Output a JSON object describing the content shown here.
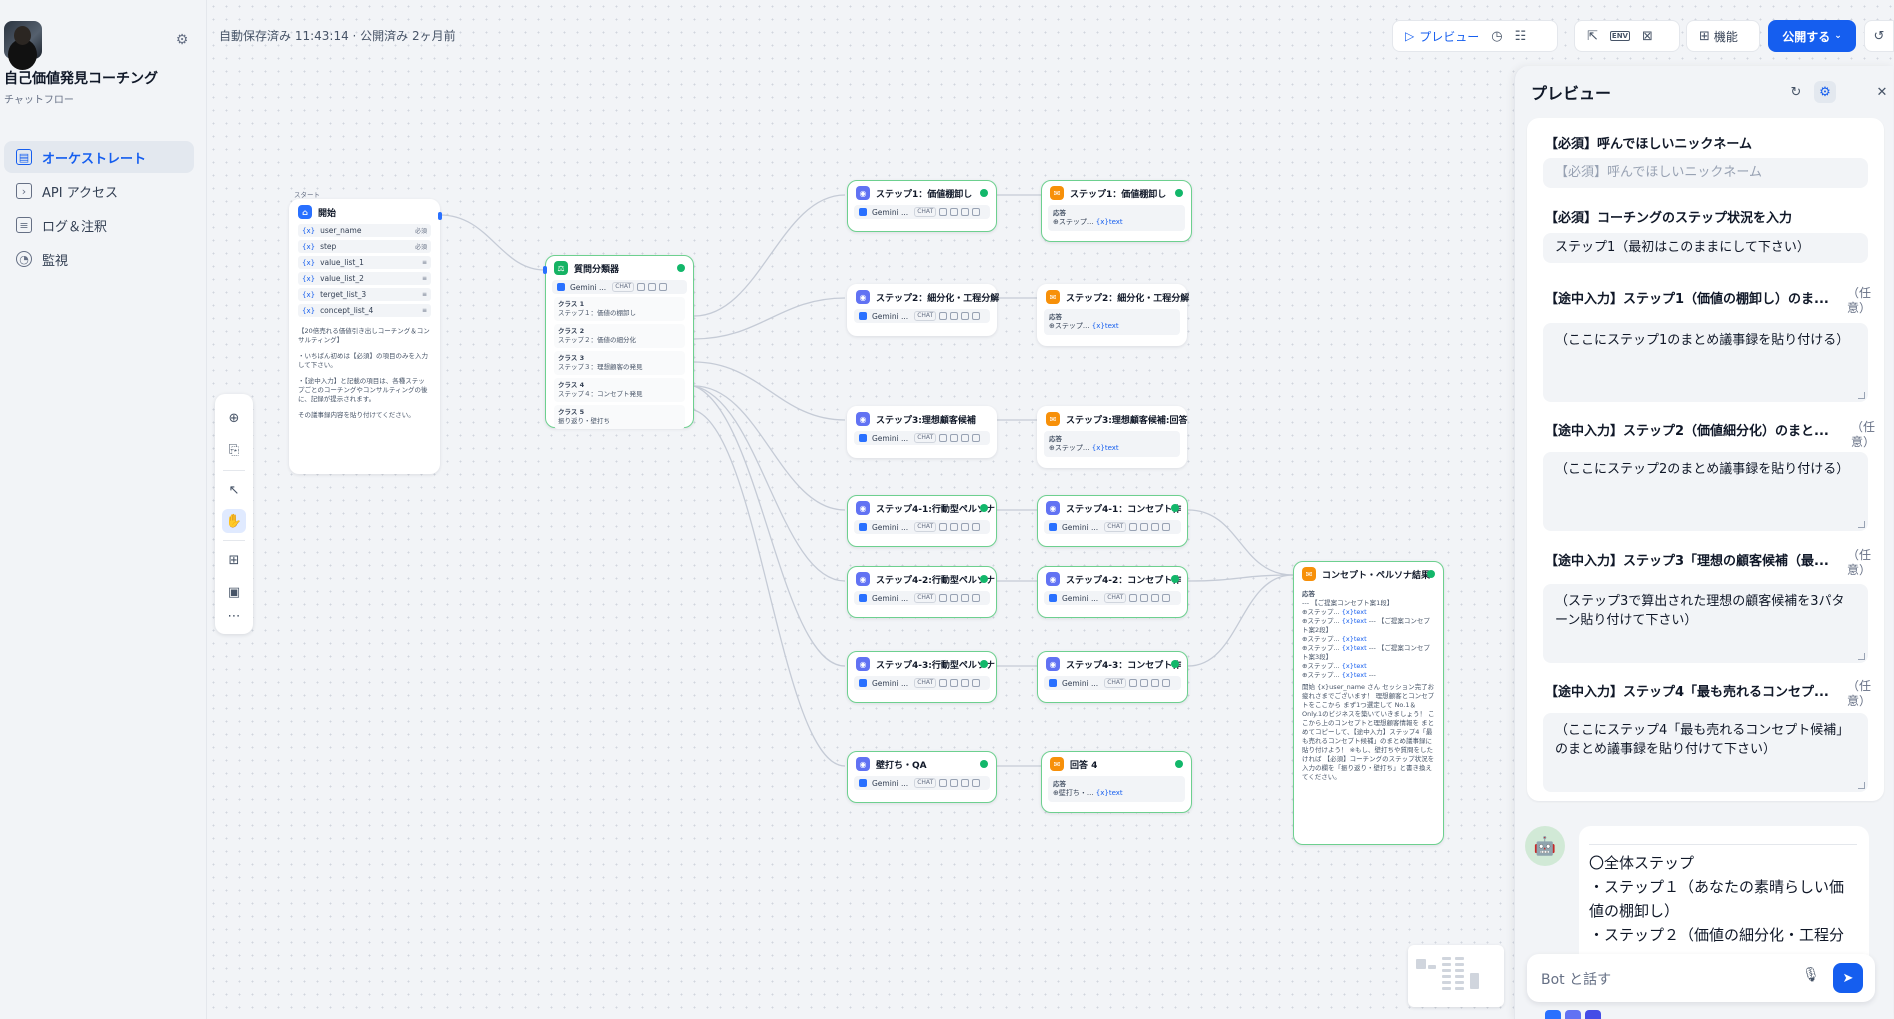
{
  "app": {
    "name": "自己価値発見コーチング",
    "type": "チャットフロー"
  },
  "sidebar": {
    "items": [
      {
        "label": "オーケストレート",
        "icon": "layout-icon",
        "active": true
      },
      {
        "label": "API アクセス",
        "icon": "terminal-icon",
        "active": false
      },
      {
        "label": "ログ＆注釈",
        "icon": "document-icon",
        "active": false
      },
      {
        "label": "監視",
        "icon": "gauge-icon",
        "active": false
      }
    ]
  },
  "status": {
    "autosave": "自動保存済み 11:43:14 · 公開済み 2ヶ月前"
  },
  "toolbar": {
    "preview_label": "プレビュー",
    "env_label": "ENV",
    "features_label": "機能",
    "publish_label": "公開する"
  },
  "nodes": {
    "start": {
      "tag": "スタート",
      "title": "開始",
      "vars": [
        {
          "name": "user_name",
          "req": "必須"
        },
        {
          "name": "step",
          "req": "必須"
        },
        {
          "name": "value_list_1",
          "req": ""
        },
        {
          "name": "value_list_2",
          "req": ""
        },
        {
          "name": "terget_list_3",
          "req": ""
        },
        {
          "name": "concept_list_4",
          "req": ""
        }
      ],
      "desc1": "【20倍売れる価値引き出しコーチング＆コンサルティング】",
      "desc2": "・いちばん初めは【必須】の項目のみを入力して下さい。",
      "desc3": "・【途中入力】と記載の項目は、各種ステップごとのコーチングやコンサルティングの後に、記録が提示されます。",
      "desc4": "その議事録内容を貼り付けてください。"
    },
    "classifier": {
      "title": "質問分類器",
      "model": "Gemini ...",
      "chip": "CHAT",
      "classes": [
        {
          "label": "クラス 1",
          "text": "ステップ１：価値の棚卸し"
        },
        {
          "label": "クラス 2",
          "text": "ステップ２：価値の細分化"
        },
        {
          "label": "クラス 3",
          "text": "ステップ３：理想顧客の発見"
        },
        {
          "label": "クラス 4",
          "text": "ステップ４：コンセプト発見"
        },
        {
          "label": "クラス 5",
          "text": "振り返り・壁打ち"
        }
      ]
    },
    "llm": [
      {
        "title": "ステップ1：価値棚卸し"
      },
      {
        "title": "ステップ2：細分化・工程分解"
      },
      {
        "title": "ステップ3:理想顧客候補"
      },
      {
        "title": "ステップ4-1:行動型ペルソナ"
      },
      {
        "title": "ステップ4-2:行動型ペルソナ"
      },
      {
        "title": "ステップ4-3:行動型ペルソナ"
      },
      {
        "title": "壁打ち・QA"
      }
    ],
    "llm_model": "Gemini ...",
    "llm_chip": "CHAT",
    "answer": [
      {
        "title": "ステップ1：価値棚卸し",
        "ref": "ステップ...",
        "var": "{x}text"
      },
      {
        "title": "ステップ2：細分化・工程分解",
        "ref": "ステップ...",
        "var": "{x}text"
      },
      {
        "title": "ステップ3:理想顧客候補:回答",
        "ref": "ステップ...",
        "var": "{x}text"
      },
      {
        "title": "回答 4",
        "ref": "壁打ち・...",
        "var": "{x}text"
      }
    ],
    "answer_label": "応答",
    "concept": [
      {
        "title": "ステップ4-1：コンセプト作"
      },
      {
        "title": "ステップ4-2：コンセプト作"
      },
      {
        "title": "ステップ4-3：コンセプト作"
      }
    ],
    "final": {
      "title": "コンセプト・ペルソナ結果",
      "label": "応答",
      "l1": "--- 【ご提案コンセプト案1段】",
      "l2": "ステップ...",
      "l3": "ステップ...",
      "l3b": "--- 【ご提案コンセプト案2段】",
      "l4": "ステップ...",
      "l5": "ステップ...",
      "l5b": "--- 【ご提案コンセプト案3段】",
      "l6": "ステップ...",
      "l7": "ステップ...",
      "l8": "---",
      "var": "{x}text",
      "body": "開始 {x}user_name さん セッション完了お疲れさまでございます！ 理想顧客とコンセプトをここから まず1つ選定して No.1＆Only.1のビジネスを築いていきましょう！ ここから上のコンセプトと理想顧客情報を まとめてコピーして、【途中入力】ステップ4「最も売れるコンセプト候補」のまとめ議事録に貼り付けよう！ ※もし、壁打ちや質問をしたければ 【必須】コーチングのステップ状況を入力の欄を「振り返り・壁打ち」と書き換えてください。"
    }
  },
  "preview": {
    "title": "プレビュー",
    "fields": [
      {
        "label": "【必須】呼んでほしいニックネーム",
        "optional": "",
        "value": "",
        "placeholder": "【必須】呼んでほしいニックネーム"
      },
      {
        "label": "【必須】コーチングのステップ状況を入力",
        "optional": "",
        "value": "ステップ1（最初はこのままにして下さい）",
        "placeholder": ""
      },
      {
        "label": "【途中入力】ステップ1（価値の棚卸し）のま...",
        "optional": "（任意）",
        "value": "（ここにステップ1のまとめ議事録を貼り付ける）",
        "placeholder": ""
      },
      {
        "label": "【途中入力】ステップ2（価値細分化）のまと...",
        "optional": "（任意）",
        "value": "（ここにステップ2のまとめ議事録を貼り付ける）",
        "placeholder": ""
      },
      {
        "label": "【途中入力】ステップ3「理想の顧客候補（最...",
        "optional": "（任意）",
        "value": "（ステップ3で算出された理想の顧客候補を3パターン貼り付けて下さい）",
        "placeholder": ""
      },
      {
        "label": "【途中入力】ステップ4「最も売れるコンセプ...",
        "optional": "（任意）",
        "value": "（ここにステップ4「最も売れるコンセプト候補」のまとめ議事録を貼り付けて下さい）",
        "placeholder": ""
      }
    ],
    "bot_message": [
      "〇全体ステップ",
      "・ステップ１（あなたの素晴らしい価値の棚卸し）",
      "・ステップ２（価値の細分化・工程分"
    ],
    "chat_placeholder": "Bot と話す"
  },
  "colors": {
    "accent": "#155eef",
    "node_ok": "#12b76a",
    "node_border": "#6dd08f",
    "answer_icon": "#f79009",
    "llm_icon": "#6172f3"
  }
}
